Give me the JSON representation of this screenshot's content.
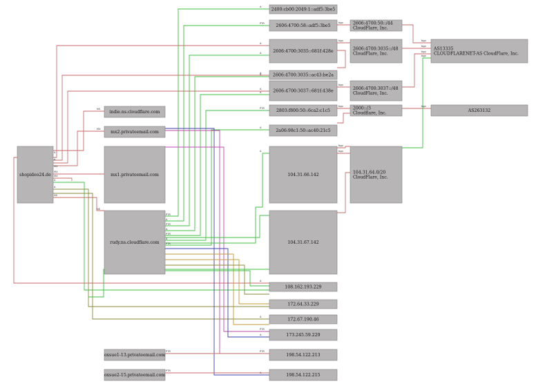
{
  "nodes": [
    {
      "id": "domain",
      "lines": [
        "shopideo24.de"
      ]
    },
    {
      "id": "indie",
      "lines": [
        "indie.ns.cloudflare.com"
      ]
    },
    {
      "id": "mx2",
      "lines": [
        "mx2.privateemail.com"
      ]
    },
    {
      "id": "mx1",
      "lines": [
        "mx1.privateemail.com"
      ]
    },
    {
      "id": "rudy",
      "lines": [
        "rudy.ns.cloudflare.com"
      ]
    },
    {
      "id": "oxsus13",
      "lines": [
        "oxsue1-13.privateemail.com"
      ]
    },
    {
      "id": "oxsus15",
      "lines": [
        "oxsue2-15.privateemail.com"
      ]
    },
    {
      "id": "v6a",
      "lines": [
        "2400:cb00:2049:1::adf5:3be5"
      ]
    },
    {
      "id": "v6b",
      "lines": [
        "2606:4700:58::adf5:3be5"
      ]
    },
    {
      "id": "v6c",
      "lines": [
        "2606:4700:3035::681f:428e"
      ]
    },
    {
      "id": "v6d",
      "lines": [
        "2606:4700:3035::ac43:be2a"
      ]
    },
    {
      "id": "v6e",
      "lines": [
        "2606:4700:3037::681f:438e"
      ]
    },
    {
      "id": "v6f",
      "lines": [
        "2803:f800:50::6ca2:c1c5"
      ]
    },
    {
      "id": "v6g",
      "lines": [
        "2a06:98c1:50::ac40:21c5"
      ]
    },
    {
      "id": "ip1",
      "lines": [
        "104.31.66.142"
      ]
    },
    {
      "id": "ip2",
      "lines": [
        "104.31.67.142"
      ]
    },
    {
      "id": "ip3",
      "lines": [
        "108.162.193.229"
      ]
    },
    {
      "id": "ip4",
      "lines": [
        "172.64.33.229"
      ]
    },
    {
      "id": "ip5",
      "lines": [
        "172.67.190.46"
      ]
    },
    {
      "id": "ip6",
      "lines": [
        "173.245.59.229"
      ]
    },
    {
      "id": "ip7",
      "lines": [
        "198.54.122.213"
      ]
    },
    {
      "id": "ip8",
      "lines": [
        "198.54.122.215"
      ]
    },
    {
      "id": "net1",
      "lines": [
        "2606:4700:50::/44",
        "CloudFlare, Inc."
      ]
    },
    {
      "id": "net2",
      "lines": [
        "2606:4700:3035::/48",
        "CloudFlare, Inc."
      ]
    },
    {
      "id": "net3",
      "lines": [
        "2606:4700:3037::/48",
        "CloudFlare, Inc."
      ]
    },
    {
      "id": "net4",
      "lines": [
        "2000::/3",
        "Cloudflare, Inc."
      ]
    },
    {
      "id": "net5",
      "lines": [
        "104.31.64.0/20",
        "CloudFlare, Inc."
      ]
    },
    {
      "id": "as1",
      "lines": [
        "AS13335",
        "CLOUDFLARENET-AS CloudFlare, Inc."
      ]
    },
    {
      "id": "as2",
      "lines": [
        "AS263132"
      ]
    }
  ],
  "edge_labels": {
    "a": "A",
    "ns": "NS",
    "mx": "MX",
    "ptr": "PTR",
    "bgp": "bgp"
  },
  "colors": {
    "red": "#c96a6a",
    "green": "#3fbf3f",
    "blue": "#3d3dae",
    "orange": "#c79a3a",
    "magenta": "#c04ab0",
    "olive": "#8a8a3a",
    "node_fill": "#b7b5b5"
  }
}
